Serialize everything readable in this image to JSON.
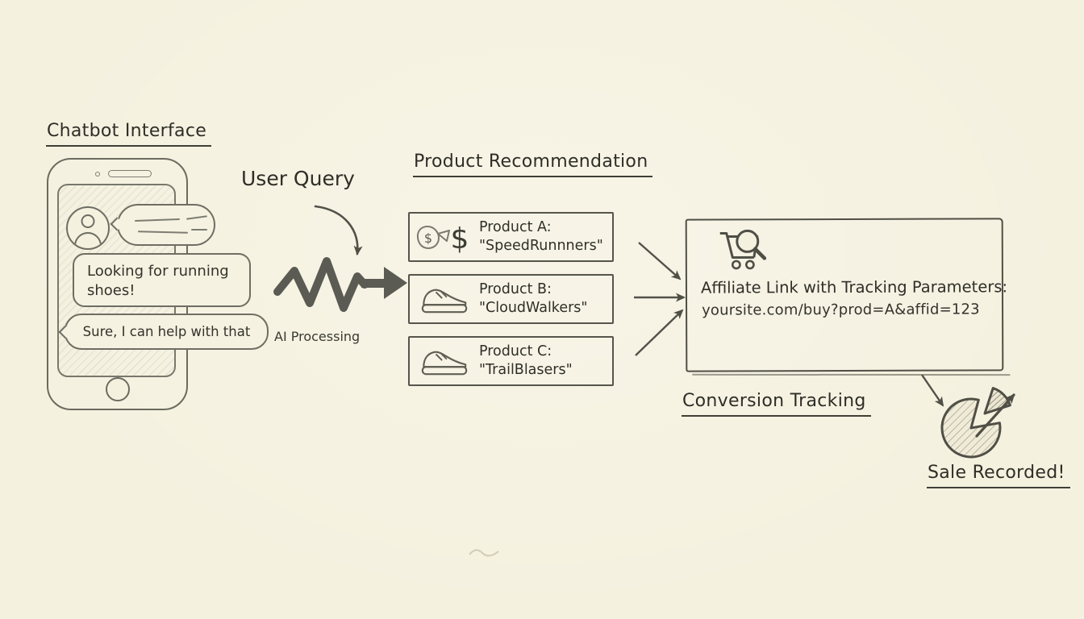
{
  "colors": {
    "paper": "#f5f1df",
    "ink": "#34342c",
    "stroke": "#52524a",
    "arrow_fill": "#5b5b54"
  },
  "titles": {
    "chatbot_interface": "Chatbot Interface",
    "product_recommendation": "Product Recommendation",
    "conversion_tracking": "Conversion Tracking"
  },
  "labels": {
    "user_query": "User Query",
    "ai_processing": "AI Processing",
    "sale_recorded": "Sale Recorded!"
  },
  "chat": {
    "user_message": "Looking for running shoes!",
    "bot_message": "Sure, I can help with that"
  },
  "recommendation": {
    "products": [
      {
        "line1": "Product A:",
        "line2": "\"SpeedRunnners\"",
        "icon": "money-icon"
      },
      {
        "line1": "Product B:",
        "line2": "\"CloudWalkers\"",
        "icon": "sneaker-icon"
      },
      {
        "line1": "Product C:",
        "line2": "\"TrailBlasers\"",
        "icon": "sneaker-icon"
      }
    ],
    "currency_symbol": "$"
  },
  "affiliate": {
    "heading": "Affiliate Link with Tracking Parameters:",
    "url": "yoursite.com/buy?prod=A&affid=123"
  },
  "icons": [
    "phone-icon",
    "user-avatar-icon",
    "money-icon",
    "sneaker-icon",
    "cart-search-icon",
    "zigzag-arrow-icon",
    "curved-arrow-icon",
    "flow-arrow-icon",
    "down-arrow-icon",
    "pie-chart-icon",
    "growth-arrow-icon"
  ]
}
